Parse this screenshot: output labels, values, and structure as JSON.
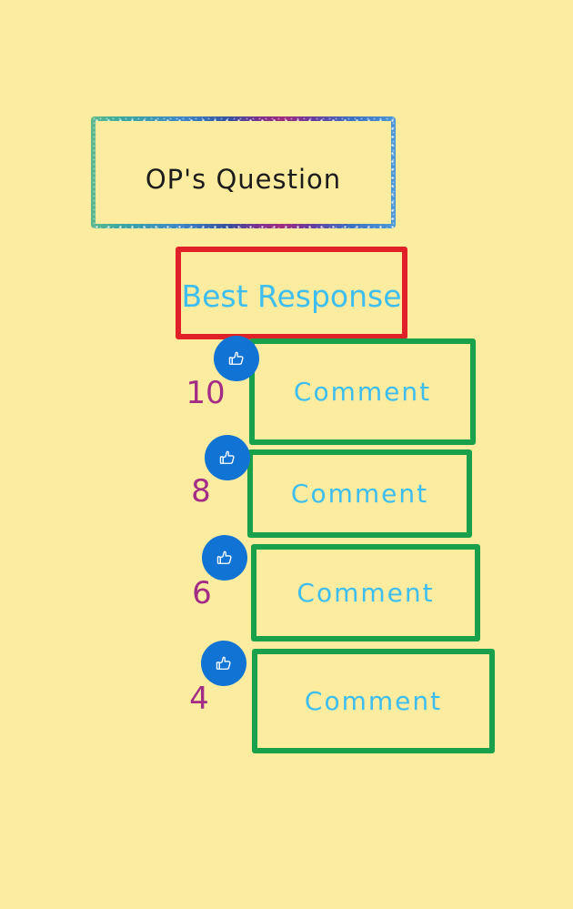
{
  "background_color": "#FBEC9F",
  "question_box": {
    "label": "OP's Question",
    "text_color": "#1C1C1C",
    "border_style": "galaxy-glitter-gradient",
    "gradient_colors": [
      "#5FB98A",
      "#3AA9A0",
      "#3E86C8",
      "#34519E",
      "#7C2F8E",
      "#A02C7E",
      "#6A3A9E",
      "#3C70C0",
      "#4E9AD8"
    ]
  },
  "best_response_box": {
    "label": "Best Response",
    "border_color": "#E02127",
    "text_color": "#3EBEEF"
  },
  "comment_style": {
    "border_color": "#18A04A",
    "text_color": "#3EBEEF"
  },
  "like_badge": {
    "icon": "thumbs-up-icon",
    "circle_color": "#1173D4",
    "count_color": "#A32C86"
  },
  "comments": [
    {
      "label": "Comment",
      "likes": "10"
    },
    {
      "label": "Comment",
      "likes": "8"
    },
    {
      "label": "Comment",
      "likes": "6"
    },
    {
      "label": "Comment",
      "likes": "4"
    }
  ]
}
